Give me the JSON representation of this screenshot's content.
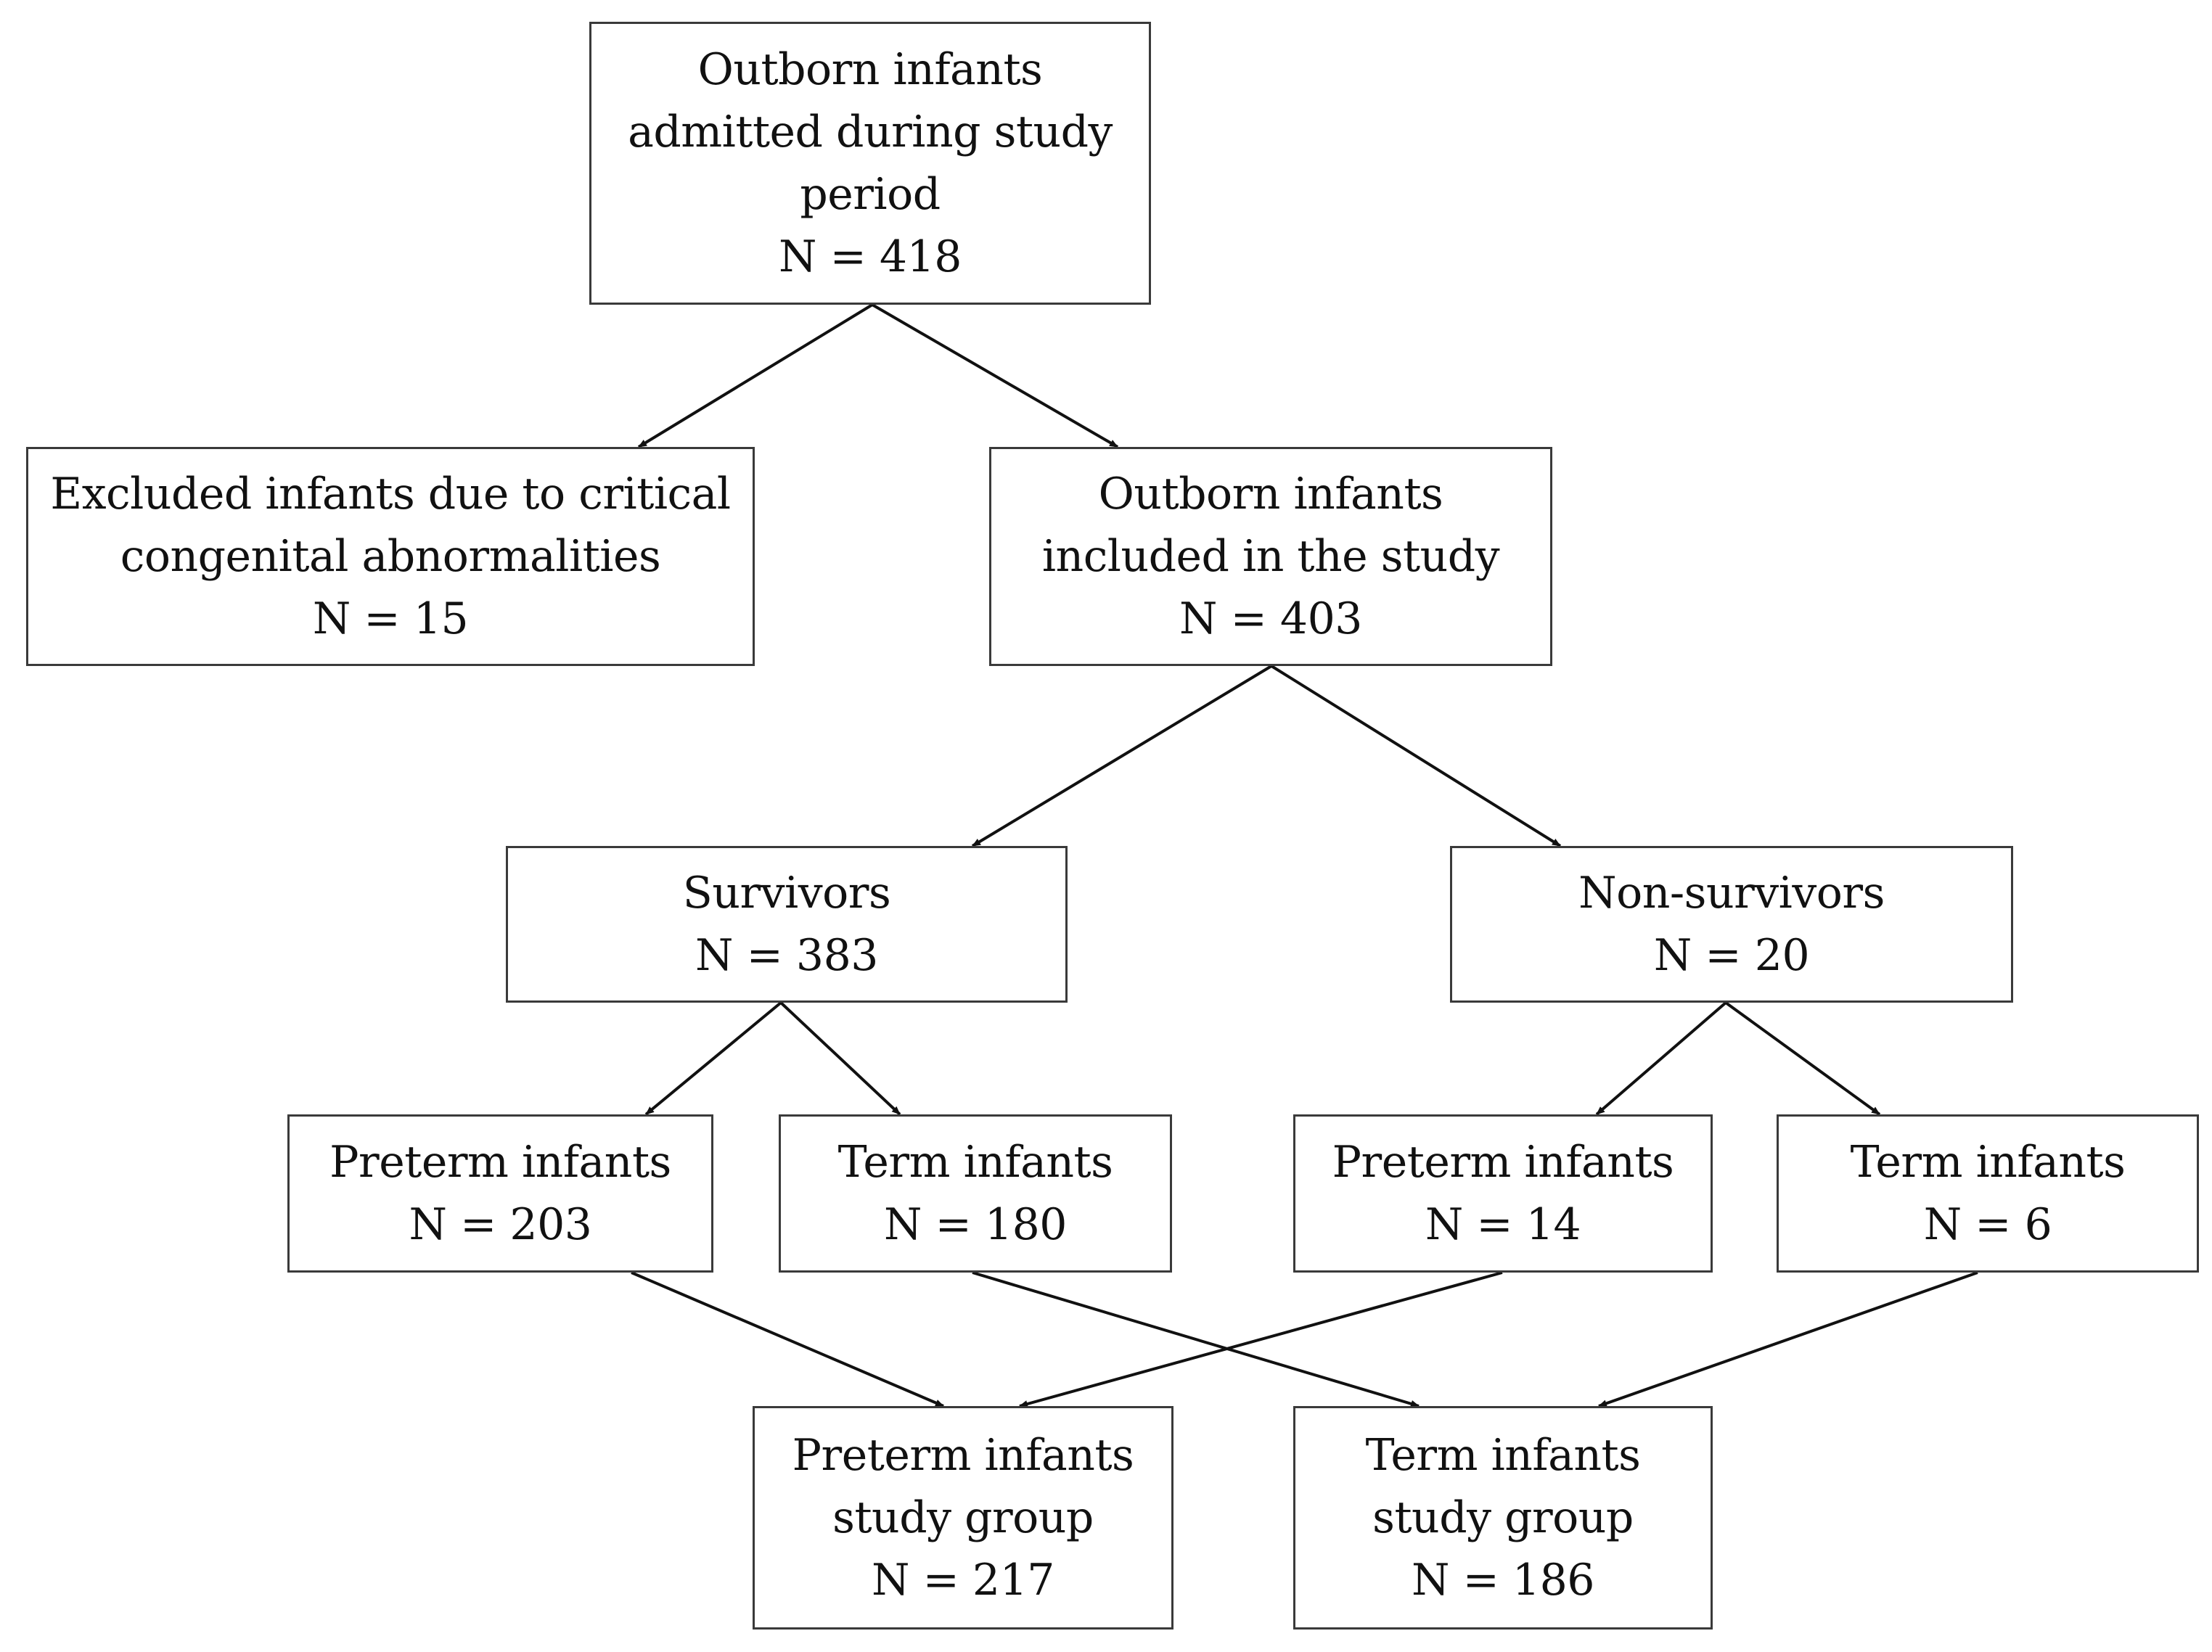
{
  "nodes": {
    "admitted": {
      "lines": [
        "Outborn infants",
        "admitted during study",
        "period",
        "N = 418"
      ]
    },
    "excluded": {
      "lines": [
        "Excluded infants due to critical",
        "congenital abnormalities",
        "N = 15"
      ]
    },
    "included": {
      "lines": [
        "Outborn infants",
        "included in the study",
        "N = 403"
      ]
    },
    "survivors": {
      "lines": [
        "Survivors",
        "N = 383"
      ]
    },
    "non_survivors": {
      "lines": [
        "Non-survivors",
        "N = 20"
      ]
    },
    "surv_preterm": {
      "lines": [
        "Preterm infants",
        "N = 203"
      ]
    },
    "surv_term": {
      "lines": [
        "Term infants",
        "N = 180"
      ]
    },
    "nonsurv_preterm": {
      "lines": [
        "Preterm infants",
        "N = 14"
      ]
    },
    "nonsurv_term": {
      "lines": [
        "Term infants",
        "N = 6"
      ]
    },
    "preterm_group": {
      "lines": [
        "Preterm infants",
        "study group",
        "N = 217"
      ]
    },
    "term_group": {
      "lines": [
        "Term infants",
        "study group",
        "N = 186"
      ]
    }
  },
  "edges": [
    {
      "from": "admitted",
      "to": "excluded"
    },
    {
      "from": "admitted",
      "to": "included"
    },
    {
      "from": "included",
      "to": "survivors"
    },
    {
      "from": "included",
      "to": "non_survivors"
    },
    {
      "from": "survivors",
      "to": "surv_preterm"
    },
    {
      "from": "survivors",
      "to": "surv_term"
    },
    {
      "from": "non_survivors",
      "to": "nonsurv_preterm"
    },
    {
      "from": "non_survivors",
      "to": "nonsurv_term"
    },
    {
      "from": "surv_preterm",
      "to": "preterm_group"
    },
    {
      "from": "nonsurv_preterm",
      "to": "preterm_group"
    },
    {
      "from": "surv_term",
      "to": "term_group"
    },
    {
      "from": "nonsurv_term",
      "to": "term_group"
    }
  ]
}
